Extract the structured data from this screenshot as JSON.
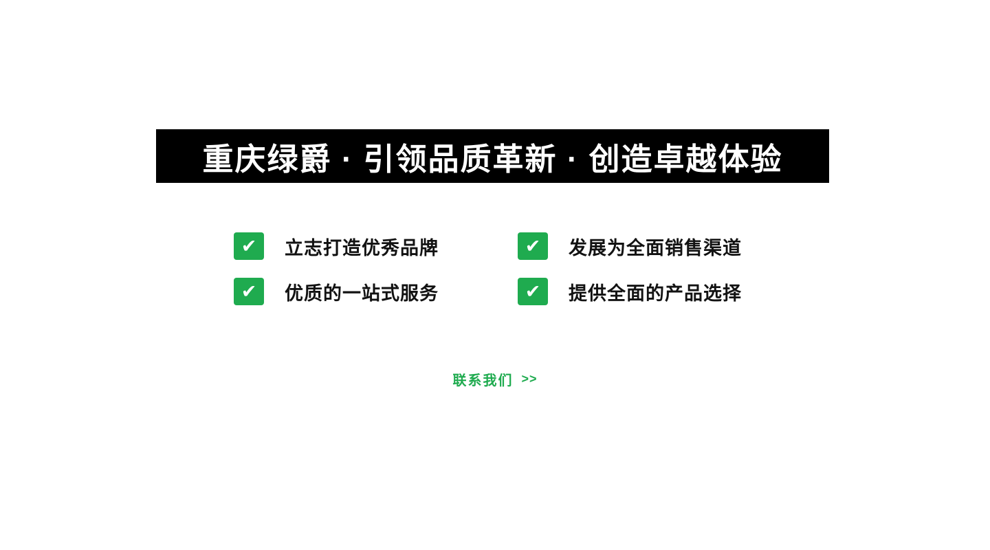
{
  "banner": {
    "title": "重庆绿爵 · 引领品质革新 · 创造卓越体验"
  },
  "features": [
    {
      "label": "立志打造优秀品牌"
    },
    {
      "label": "发展为全面销售渠道"
    },
    {
      "label": "优质的一站式服务"
    },
    {
      "label": "提供全面的产品选择"
    }
  ],
  "icons": {
    "check": "✔"
  },
  "contact": {
    "label": "联系我们",
    "arrow": ">>"
  },
  "colors": {
    "accent_green": "#1fab4f",
    "banner_bg": "#000000"
  }
}
